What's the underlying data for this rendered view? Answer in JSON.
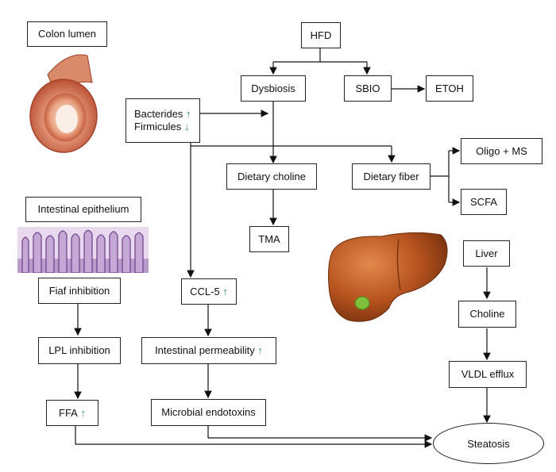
{
  "nodes": {
    "colon_lumen": "Colon lumen",
    "hfd": "HFD",
    "dysbiosis": "Dysbiosis",
    "sbio": "SBIO",
    "etoh": "ETOH",
    "bacterides": "Bacterides",
    "firmicules": "Firmicules",
    "dietary_choline": "Dietary choline",
    "dietary_fiber": "Dietary fiber",
    "oligo_ms": "Oligo + MS",
    "scfa": "SCFA",
    "intestinal_epithelium": "Intestinal epithelium",
    "tma": "TMA",
    "liver": "Liver",
    "fiaf_inhibition": "Fiaf inhibition",
    "ccl5": "CCL-5",
    "choline": "Choline",
    "lpl_inhibition": "LPL inhibition",
    "intestinal_permeability": "Intestinal permeability",
    "vldl_efflux": "VLDL efflux",
    "ffa": "FFA",
    "microbial_endotoxins": "Microbial endotoxins",
    "steatosis": "Steatosis"
  },
  "symbols": {
    "up": "↑",
    "down": "↓"
  },
  "colors": {
    "line": "#111111",
    "arrow_indicator": "#2a8a6a",
    "liver": "#b5521e",
    "gallbladder": "#7fbf3a",
    "colon": "#c86a4a",
    "epithelium": "#8a5fa8"
  }
}
